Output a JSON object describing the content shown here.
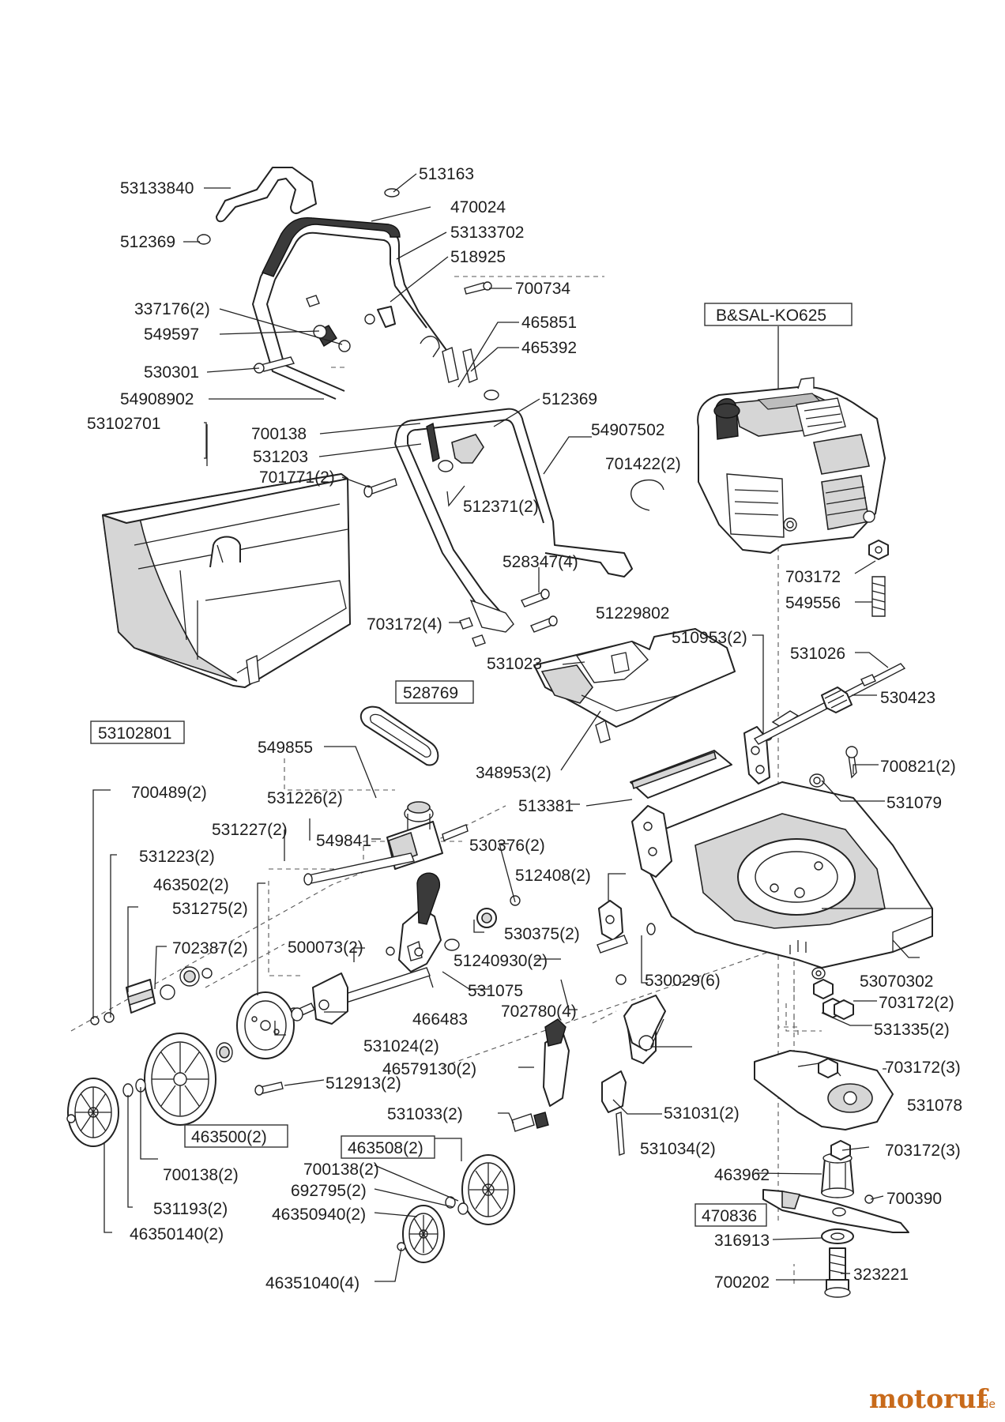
{
  "watermark": {
    "main": "motoruf",
    "tld": ".de"
  },
  "labels": {
    "l53133840": "53133840",
    "l513163": "513163",
    "l470024": "470024",
    "l53133702": "53133702",
    "l512369a": "512369",
    "l518925": "518925",
    "l700734": "700734",
    "l337176": "337176(2)",
    "l549597": "549597",
    "l465851": "465851",
    "l465392": "465392",
    "l530301": "530301",
    "l54908902": "54908902",
    "l512369b": "512369",
    "l53102701": "53102701",
    "l700138a": "700138",
    "l531203": "531203",
    "l54907502": "54907502",
    "l701771": "701771(2)",
    "l701422": "701422(2)",
    "l512371": "512371(2)",
    "l528347": "528347(4)",
    "l51229802": "51229802",
    "l703172x4": "703172(4)",
    "l510953": "510953(2)",
    "l531026": "531026",
    "l531023": "531023",
    "l530423": "530423",
    "l549855": "549855",
    "l700821": "700821(2)",
    "l348953": "348953(2)",
    "l531079": "531079",
    "l700489": "700489(2)",
    "l531226": "531226(2)",
    "l513381": "513381",
    "l531227": "531227(2)",
    "l549841": "549841",
    "l530376": "530376(2)",
    "l531223": "531223(2)",
    "l463502": "463502(2)",
    "l512408": "512408(2)",
    "l531275": "531275(2)",
    "l530375": "530375(2)",
    "l702387": "702387(2)",
    "l500073": "500073(2)",
    "l51240930": "51240930(2)",
    "l530029": "530029(6)",
    "l53070302": "53070302",
    "l531075": "531075",
    "l703172x2": "703172(2)",
    "l702780": "702780(4)",
    "l466483": "466483",
    "l531335": "531335(2)",
    "l531024": "531024(2)",
    "l46579130": "46579130(2)",
    "l703172x3a": "703172(3)",
    "l512913": "512913(2)",
    "l531031": "531031(2)",
    "l531078": "531078",
    "l531033": "531033(2)",
    "l531034": "531034(2)",
    "l703172x3b": "703172(3)",
    "l700138b": "700138(2)",
    "l700138c": "700138(2)",
    "l463962": "463962",
    "l692795": "692795(2)",
    "l700390": "700390",
    "l531193": "531193(2)",
    "l46350940": "46350940(2)",
    "l316913": "316913",
    "l46350140": "46350140(2)",
    "l700202": "700202",
    "l323221": "323221",
    "l46351040": "46351040(4)",
    "l703172": "703172",
    "l549556": "549556"
  },
  "boxed_labels": {
    "engine": "B&SAL-KO625",
    "b53102801": "53102801",
    "b528769": "528769",
    "b463500": "463500(2)",
    "b463508": "463508(2)",
    "b470836": "470836"
  }
}
